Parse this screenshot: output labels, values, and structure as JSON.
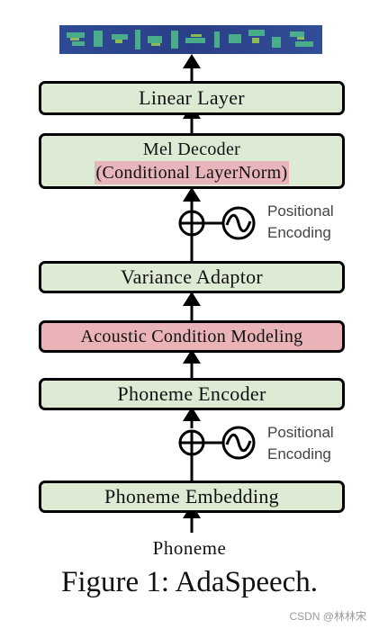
{
  "blocks": {
    "linear_layer": "Linear Layer",
    "mel_decoder": "Mel Decoder",
    "mel_decoder_note": "(Conditional LayerNorm)",
    "variance_adaptor": "Variance Adaptor",
    "acoustic_condition": "Acoustic Condition Modeling",
    "phoneme_encoder": "Phoneme Encoder",
    "phoneme_embedding": "Phoneme Embedding"
  },
  "positional_encoding": {
    "line1": "Positional",
    "line2": "Encoding"
  },
  "input_label": "Phoneme",
  "caption": "Figure 1: AdaSpeech.",
  "watermark": "CSDN @林林宋",
  "colors": {
    "module_fill": "#ddebd5",
    "highlight_fill": "#e9b3b7",
    "spectrogram_base": "#2c3f8c"
  },
  "icons": [
    "mel-spectrogram-icon",
    "add-circle-icon",
    "sine-wave-icon",
    "up-arrow-icon"
  ]
}
